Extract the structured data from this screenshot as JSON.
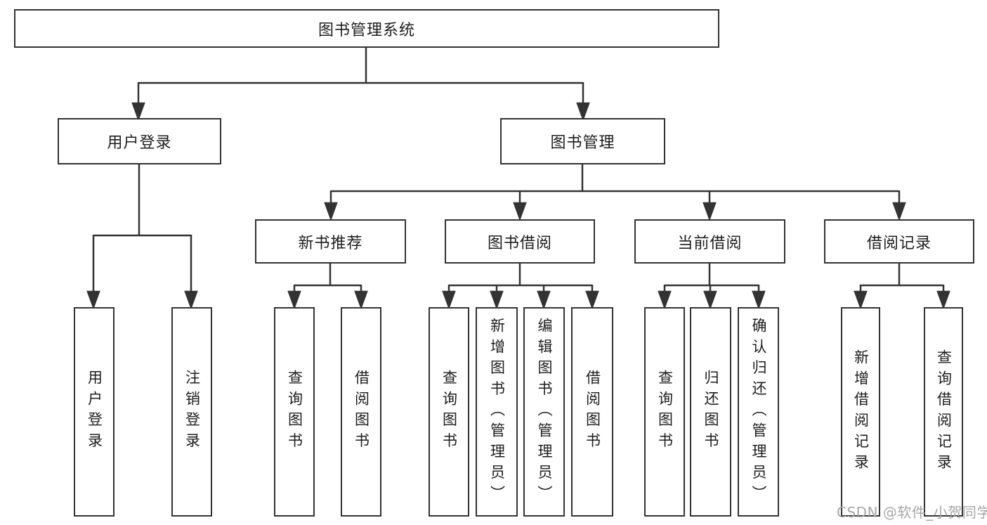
{
  "tree": {
    "root": "图书管理系统",
    "children": [
      {
        "label": "用户登录",
        "children": [
          "用户登录",
          "注销登录"
        ]
      },
      {
        "label": "图书管理",
        "children": [
          {
            "label": "新书推荐",
            "children": [
              "查询图书",
              "借阅图书"
            ]
          },
          {
            "label": "图书借阅",
            "children": [
              "查询图书",
              "新增图书（管理员）",
              "编辑图书（管理员）",
              "借阅图书"
            ]
          },
          {
            "label": "当前借阅",
            "children": [
              "查询图书",
              "归还图书",
              "确认归还（管理员）"
            ]
          },
          {
            "label": "借阅记录",
            "children": [
              "新增借阅记录",
              "查询借阅记录"
            ]
          }
        ]
      }
    ]
  },
  "watermark": {
    "text": "CSDN @软件_小贺同学"
  },
  "colors": {
    "line": "#333333",
    "box_border": "#333333",
    "box_fill": "#ffffff",
    "text": "#1d1d1d",
    "watermark": "#a6a6a6"
  }
}
